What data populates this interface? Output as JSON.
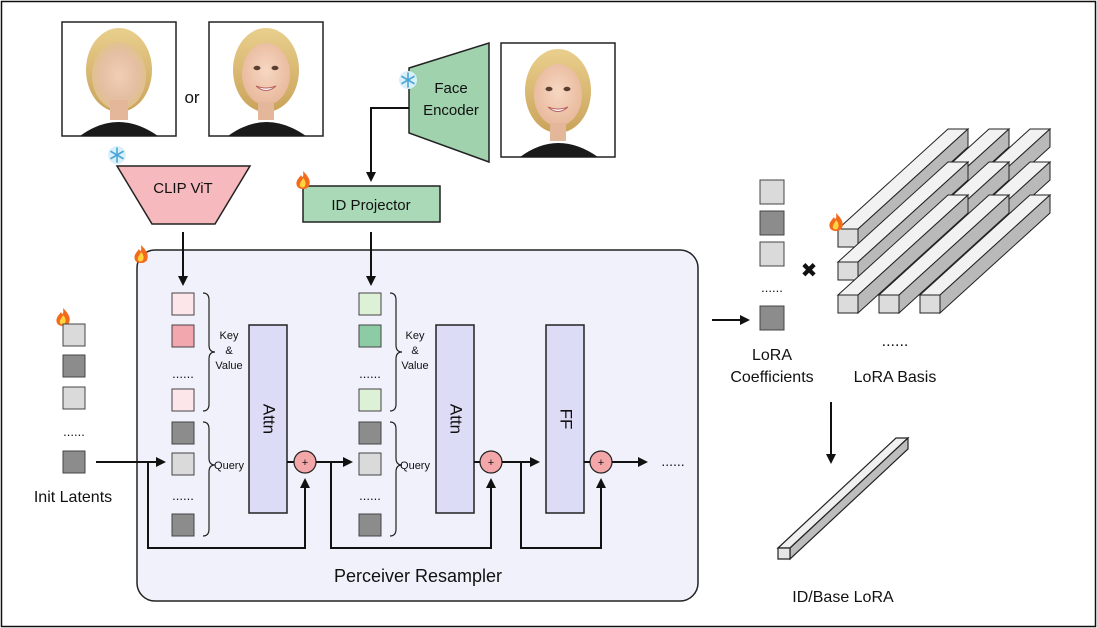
{
  "labels": {
    "or": "or",
    "clip_vit": "CLIP ViT",
    "face_encoder_line1": "Face",
    "face_encoder_line2": "Encoder",
    "id_projector": "ID Projector",
    "init_latents": "Init Latents",
    "key_value_1_a": "Key",
    "key_value_1_b": "&",
    "key_value_1_c": "Value",
    "query_1": "Query",
    "key_value_2_a": "Key",
    "key_value_2_b": "&",
    "key_value_2_c": "Value",
    "query_2": "Query",
    "attn_1": "Attn",
    "attn_2": "Attn",
    "ff": "FF",
    "plus_1": "+",
    "plus_2": "+",
    "plus_3": "+",
    "perceiver_resampler": "Perceiver Resampler",
    "lora_coefficients_line1": "LoRA",
    "lora_coefficients_line2": "Coefficients",
    "lora_basis": "LoRA Basis",
    "id_base_lora": "ID/Base LoRA",
    "times": "✖",
    "dots": "......",
    "dots_h": "......"
  },
  "icons": {
    "frozen": "snowflake-icon",
    "trainable": "fire-icon",
    "multiply": "multiply-icon"
  },
  "colors": {
    "clip_fill": "#f6b9bd",
    "face_encoder_fill": "#9fd2ad",
    "id_projector_fill": "#a9d9b6",
    "resampler_bg": "#f1f1fb",
    "attn_fill": "#dcdcf6",
    "plus_fill": "#f4a7a9",
    "pink_light": "#fde6ea",
    "pink": "#f2a6ad",
    "green_light": "#ddf1d6",
    "green": "#8ccba3",
    "gray_light": "#dadada",
    "gray_dark": "#8c8c8c"
  }
}
